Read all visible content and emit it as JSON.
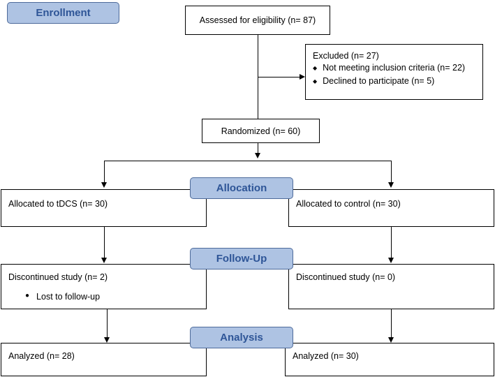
{
  "stages": {
    "enrollment": "Enrollment",
    "allocation": "Allocation",
    "follow_up": "Follow-Up",
    "analysis": "Analysis"
  },
  "assessed": "Assessed for eligibility (n= 87)",
  "excluded": {
    "title": "Excluded (n= 27)",
    "items": [
      "Not meeting inclusion criteria (n= 22)",
      "Declined to participate (n= 5)"
    ]
  },
  "randomized": "Randomized (n= 60)",
  "arms": {
    "tdcs": {
      "allocated": "Allocated to tDCS (n= 30)",
      "discontinued": "Discontinued study (n= 2)",
      "discontinued_reason": "Lost to follow-up",
      "analyzed": "Analyzed (n= 28)"
    },
    "control": {
      "allocated": "Allocated to control (n= 30)",
      "discontinued": "Discontinued study (n= 0)",
      "analyzed": "Analyzed (n= 30)"
    }
  }
}
